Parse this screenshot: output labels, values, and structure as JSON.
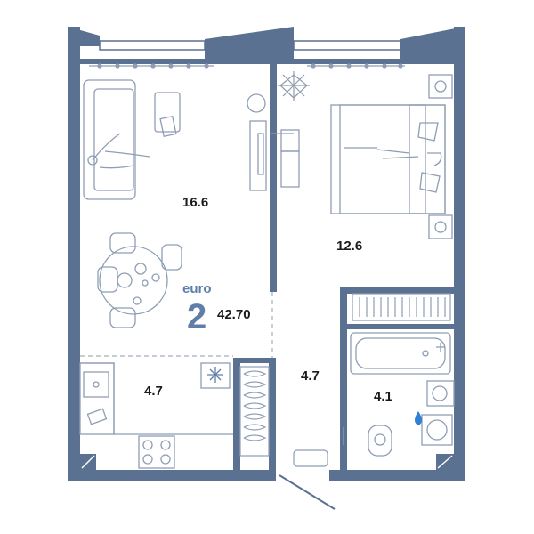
{
  "plan": {
    "euro_label": "euro",
    "rooms_count": "2",
    "total_area": "42.70",
    "areas": {
      "living_room": "16.6",
      "bedroom": "12.6",
      "kitchen": "4.7",
      "hall": "4.7",
      "bathroom": "4.1"
    },
    "colors": {
      "wall": "#5b7192",
      "furniture": "#8e9db4",
      "accent": "#5f7fa8",
      "water_drop": "#2f7fd4"
    },
    "icons": [
      "snowflake-icon",
      "water-drop-icon"
    ]
  }
}
